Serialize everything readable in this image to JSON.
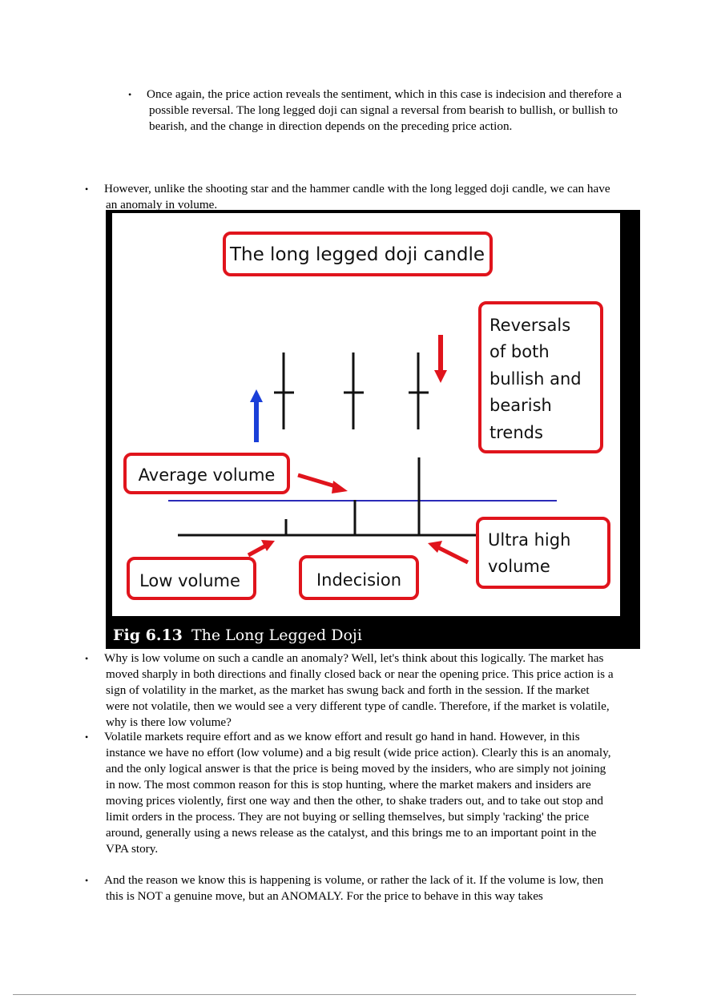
{
  "paragraphs": [
    {
      "bullet": "•",
      "text": "Once again, the price action reveals the sentiment, which in this case is indecision and therefore a possible reversal. The long legged doji can signal a reversal from bearish to bullish, or bullish to bearish, and the change in direction depends on the preceding price action."
    },
    {
      "bullet": "•",
      "text": "However, unlike the shooting star and the hammer candle with the long legged doji candle, we can have an anomaly in volume."
    },
    {
      "bullet": "•",
      "text": "Why is low volume on such a candle an anomaly? Well, let's think about this logically. The market has moved sharply in both directions and finally closed back or near the opening price. This price action is a sign of volatility in the market, as the market has swung back and forth in the session. If the market were not volatile, then we would see a very different type of candle. Therefore, if the market is volatile, why is there low volume?"
    },
    {
      "bullet": "•",
      "text": "Volatile markets require effort and as we know effort and result go hand in hand. However, in this instance we have no effort (low volume) and a big result (wide price action). Clearly this is an anomaly, and the only logical answer is that the price is being moved by the insiders, who are simply not joining in now. The most common reason for this is stop hunting, where the market makers and insiders are moving prices violently, first one way and then the other, to shake traders out, and to take out stop and limit orders in the process. They are not buying or selling themselves, but simply 'racking' the price around, generally using a news release as the catalyst, and this brings me to an important point in the VPA story."
    },
    {
      "bullet": "•",
      "text": "And the reason we know this is happening is volume, or rather the lack of it. If the volume is low, then this is NOT a genuine move, but an ANOMALY. For the price to behave in this way takes"
    }
  ],
  "figure": {
    "title_box": "The long legged doji candle",
    "reversals_lines": [
      "Reversals",
      "of both",
      "bullish and",
      "bearish",
      "trends"
    ],
    "average_volume": "Average volume",
    "ultra_high_lines": [
      "Ultra high",
      "volume"
    ],
    "low_volume": "Low volume",
    "indecision": "Indecision",
    "caption_prefix": "Fig 6.13",
    "caption_text": "The Long Legged Doji",
    "colors": {
      "box_border": "#e0141c",
      "arrow_red": "#e0141c",
      "arrow_blue": "#1a3fd8",
      "avg_line": "#2b2bb8",
      "frame": "#000000"
    }
  }
}
